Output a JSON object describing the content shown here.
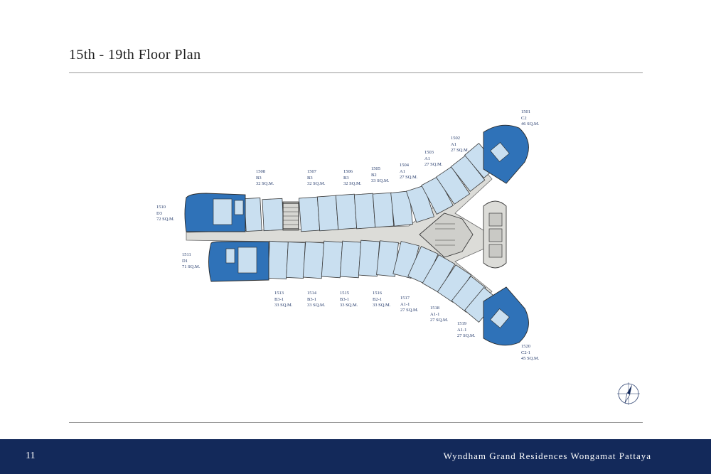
{
  "page": {
    "title": "15th - 19th Floor Plan",
    "page_number": "11",
    "footer_title": "Wyndham Grand Residences Wongamat Pattaya"
  },
  "colors": {
    "unit_fill": "#c9dff0",
    "large_unit_fill": "#2f72b8",
    "corridor_fill": "#dcdcd8",
    "core_fill": "#cfcfcb",
    "wall": "#3a3a3a",
    "label_text": "#243a6b",
    "footer_bg": "#13295a"
  },
  "units": [
    {
      "number": "1501",
      "type": "C2",
      "area": "46 SQ.M."
    },
    {
      "number": "1502",
      "type": "A1",
      "area": "27 SQ.M."
    },
    {
      "number": "1503",
      "type": "A1",
      "area": "27 SQ.M."
    },
    {
      "number": "1504",
      "type": "A1",
      "area": "27 SQ.M."
    },
    {
      "number": "1505",
      "type": "B2",
      "area": "33 SQ.M."
    },
    {
      "number": "1506",
      "type": "B3",
      "area": "32 SQ.M."
    },
    {
      "number": "1507",
      "type": "B3",
      "area": "32 SQ.M."
    },
    {
      "number": "1508",
      "type": "B3",
      "area": "32 SQ.M."
    },
    {
      "number": "1510",
      "type": "D3",
      "area": "72 SQ.M."
    },
    {
      "number": "1511",
      "type": "D1",
      "area": "71 SQ.M."
    },
    {
      "number": "1513",
      "type": "B3-1",
      "area": "33 SQ.M."
    },
    {
      "number": "1514",
      "type": "B3-1",
      "area": "33 SQ.M."
    },
    {
      "number": "1515",
      "type": "B3-1",
      "area": "33 SQ.M."
    },
    {
      "number": "1516",
      "type": "B2-1",
      "area": "33 SQ.M."
    },
    {
      "number": "1517",
      "type": "A1-1",
      "area": "27 SQ.M."
    },
    {
      "number": "1518",
      "type": "A1-1",
      "area": "27 SQ.M."
    },
    {
      "number": "1519",
      "type": "A1-1",
      "area": "27 SQ.M."
    },
    {
      "number": "1520",
      "type": "C2-1",
      "area": "45 SQ.M."
    }
  ],
  "compass_icon": "compass-rose-icon"
}
